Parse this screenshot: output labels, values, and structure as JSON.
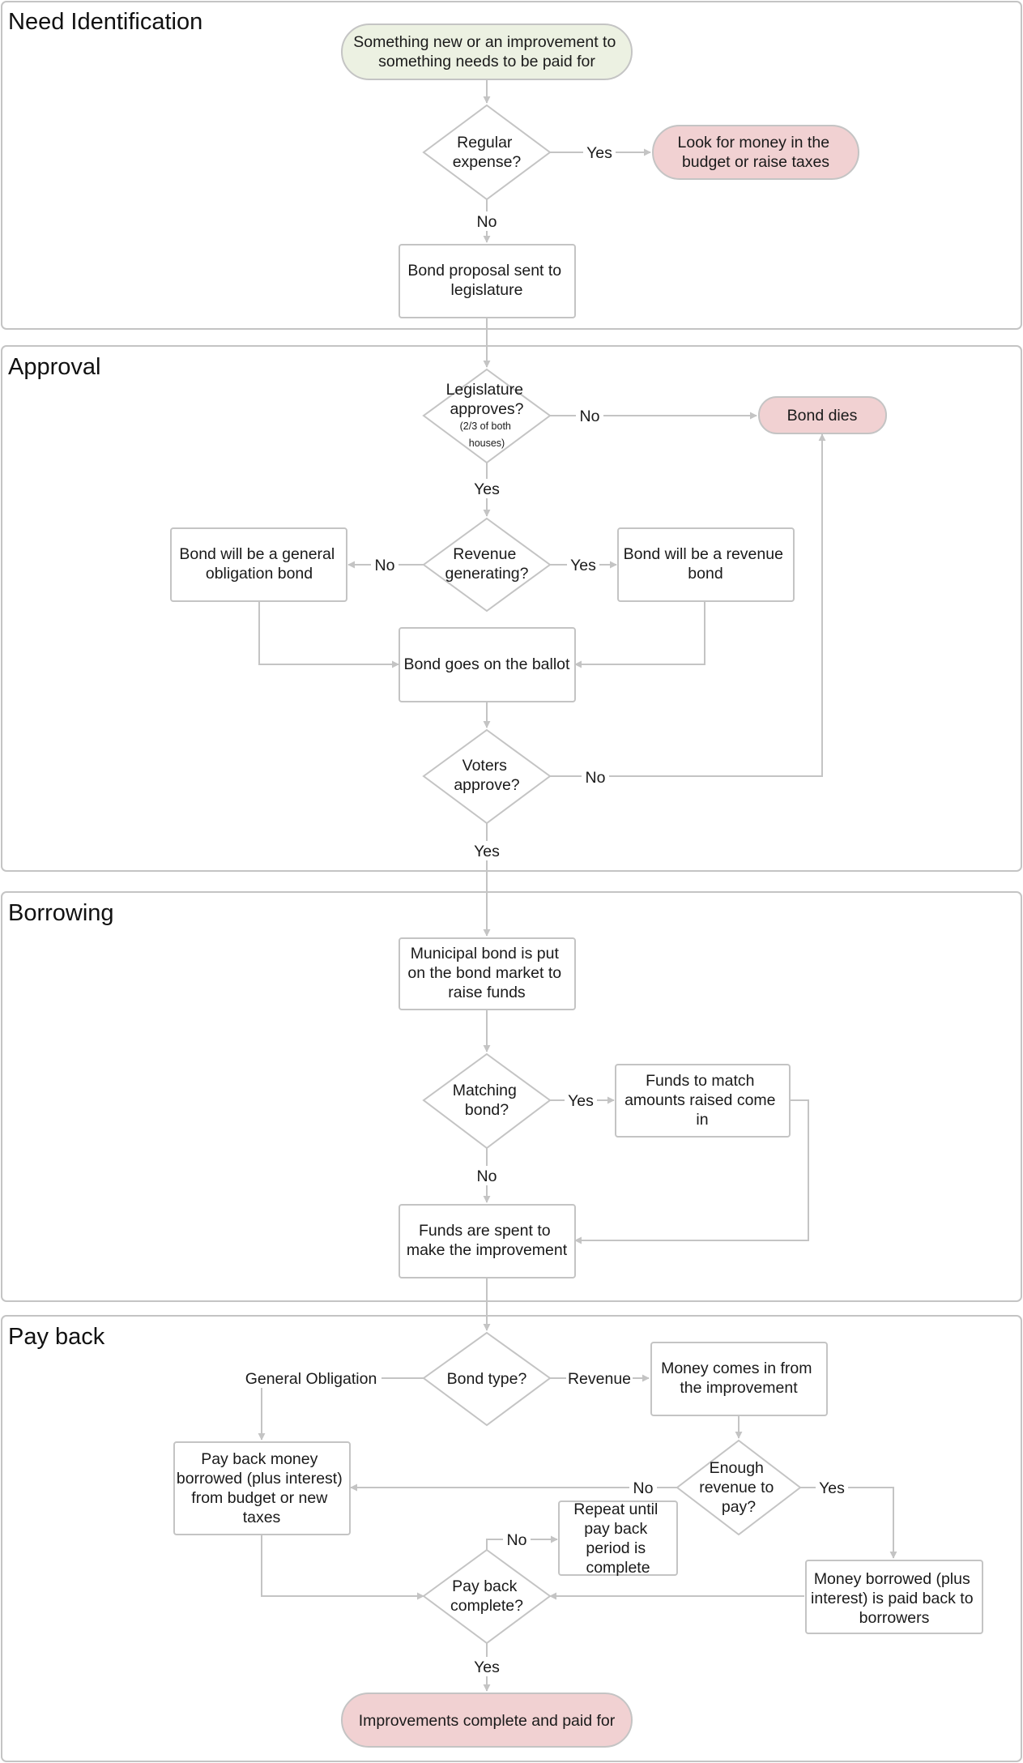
{
  "lanes": {
    "need": "Need Identification",
    "approval": "Approval",
    "borrowing": "Borrowing",
    "payback": "Pay back"
  },
  "nodes": {
    "start": [
      "Something new or an improvement to",
      "something needs to be paid for"
    ],
    "regular_expense": [
      "Regular",
      "expense?"
    ],
    "budget_or_taxes": [
      "Look for money in the",
      "budget or raise taxes"
    ],
    "bond_proposal": [
      "Bond proposal sent to",
      "legislature"
    ],
    "legislature_approves": [
      "Legislature",
      "approves?"
    ],
    "legislature_approves_note": [
      "(2/3 of both",
      "houses)"
    ],
    "bond_dies": [
      "Bond dies"
    ],
    "revenue_generating": [
      "Revenue",
      "generating?"
    ],
    "general_obligation_bond": [
      "Bond will be a general",
      "obligation bond"
    ],
    "revenue_bond": [
      "Bond will be a revenue",
      "bond"
    ],
    "ballot": [
      "Bond goes on the ballot"
    ],
    "voters_approve": [
      "Voters",
      "approve?"
    ],
    "bond_market": [
      "Municipal bond is put",
      "on the bond market to",
      "raise funds"
    ],
    "matching_bond": [
      "Matching",
      "bond?"
    ],
    "matching_funds": [
      "Funds to match",
      "amounts raised come",
      "in"
    ],
    "funds_spent": [
      "Funds are spent to",
      "make the improvement"
    ],
    "bond_type": [
      "Bond type?"
    ],
    "money_from_improvement": [
      "Money comes in from",
      "the improvement"
    ],
    "enough_revenue": [
      "Enough",
      "revenue to",
      "pay?"
    ],
    "pay_back_budget": [
      "Pay back money",
      "borrowed (plus interest)",
      "from budget or new",
      "taxes"
    ],
    "repeat": [
      "Repeat until",
      "pay back",
      "period is",
      "complete"
    ],
    "money_paid_back": [
      "Money borrowed (plus",
      "interest) is paid back to",
      "borrowers"
    ],
    "pay_back_complete": [
      "Pay back",
      "complete?"
    ],
    "end": [
      "Improvements complete and paid for"
    ]
  },
  "edge_labels": {
    "regular_yes": "Yes",
    "regular_no": "No",
    "legislature_no": "No",
    "legislature_yes": "Yes",
    "revenue_no": "No",
    "revenue_yes": "Yes",
    "voters_no": "No",
    "voters_yes": "Yes",
    "matching_yes": "Yes",
    "matching_no": "No",
    "general_obligation": "General Obligation",
    "revenue": "Revenue",
    "enough_no": "No",
    "enough_yes": "Yes",
    "payback_no": "No",
    "payback_yes": "Yes"
  },
  "colors": {
    "start_fill": "#ecf1e2",
    "terminal_fill": "#f1d1d2",
    "line": "#c4c4c4"
  }
}
